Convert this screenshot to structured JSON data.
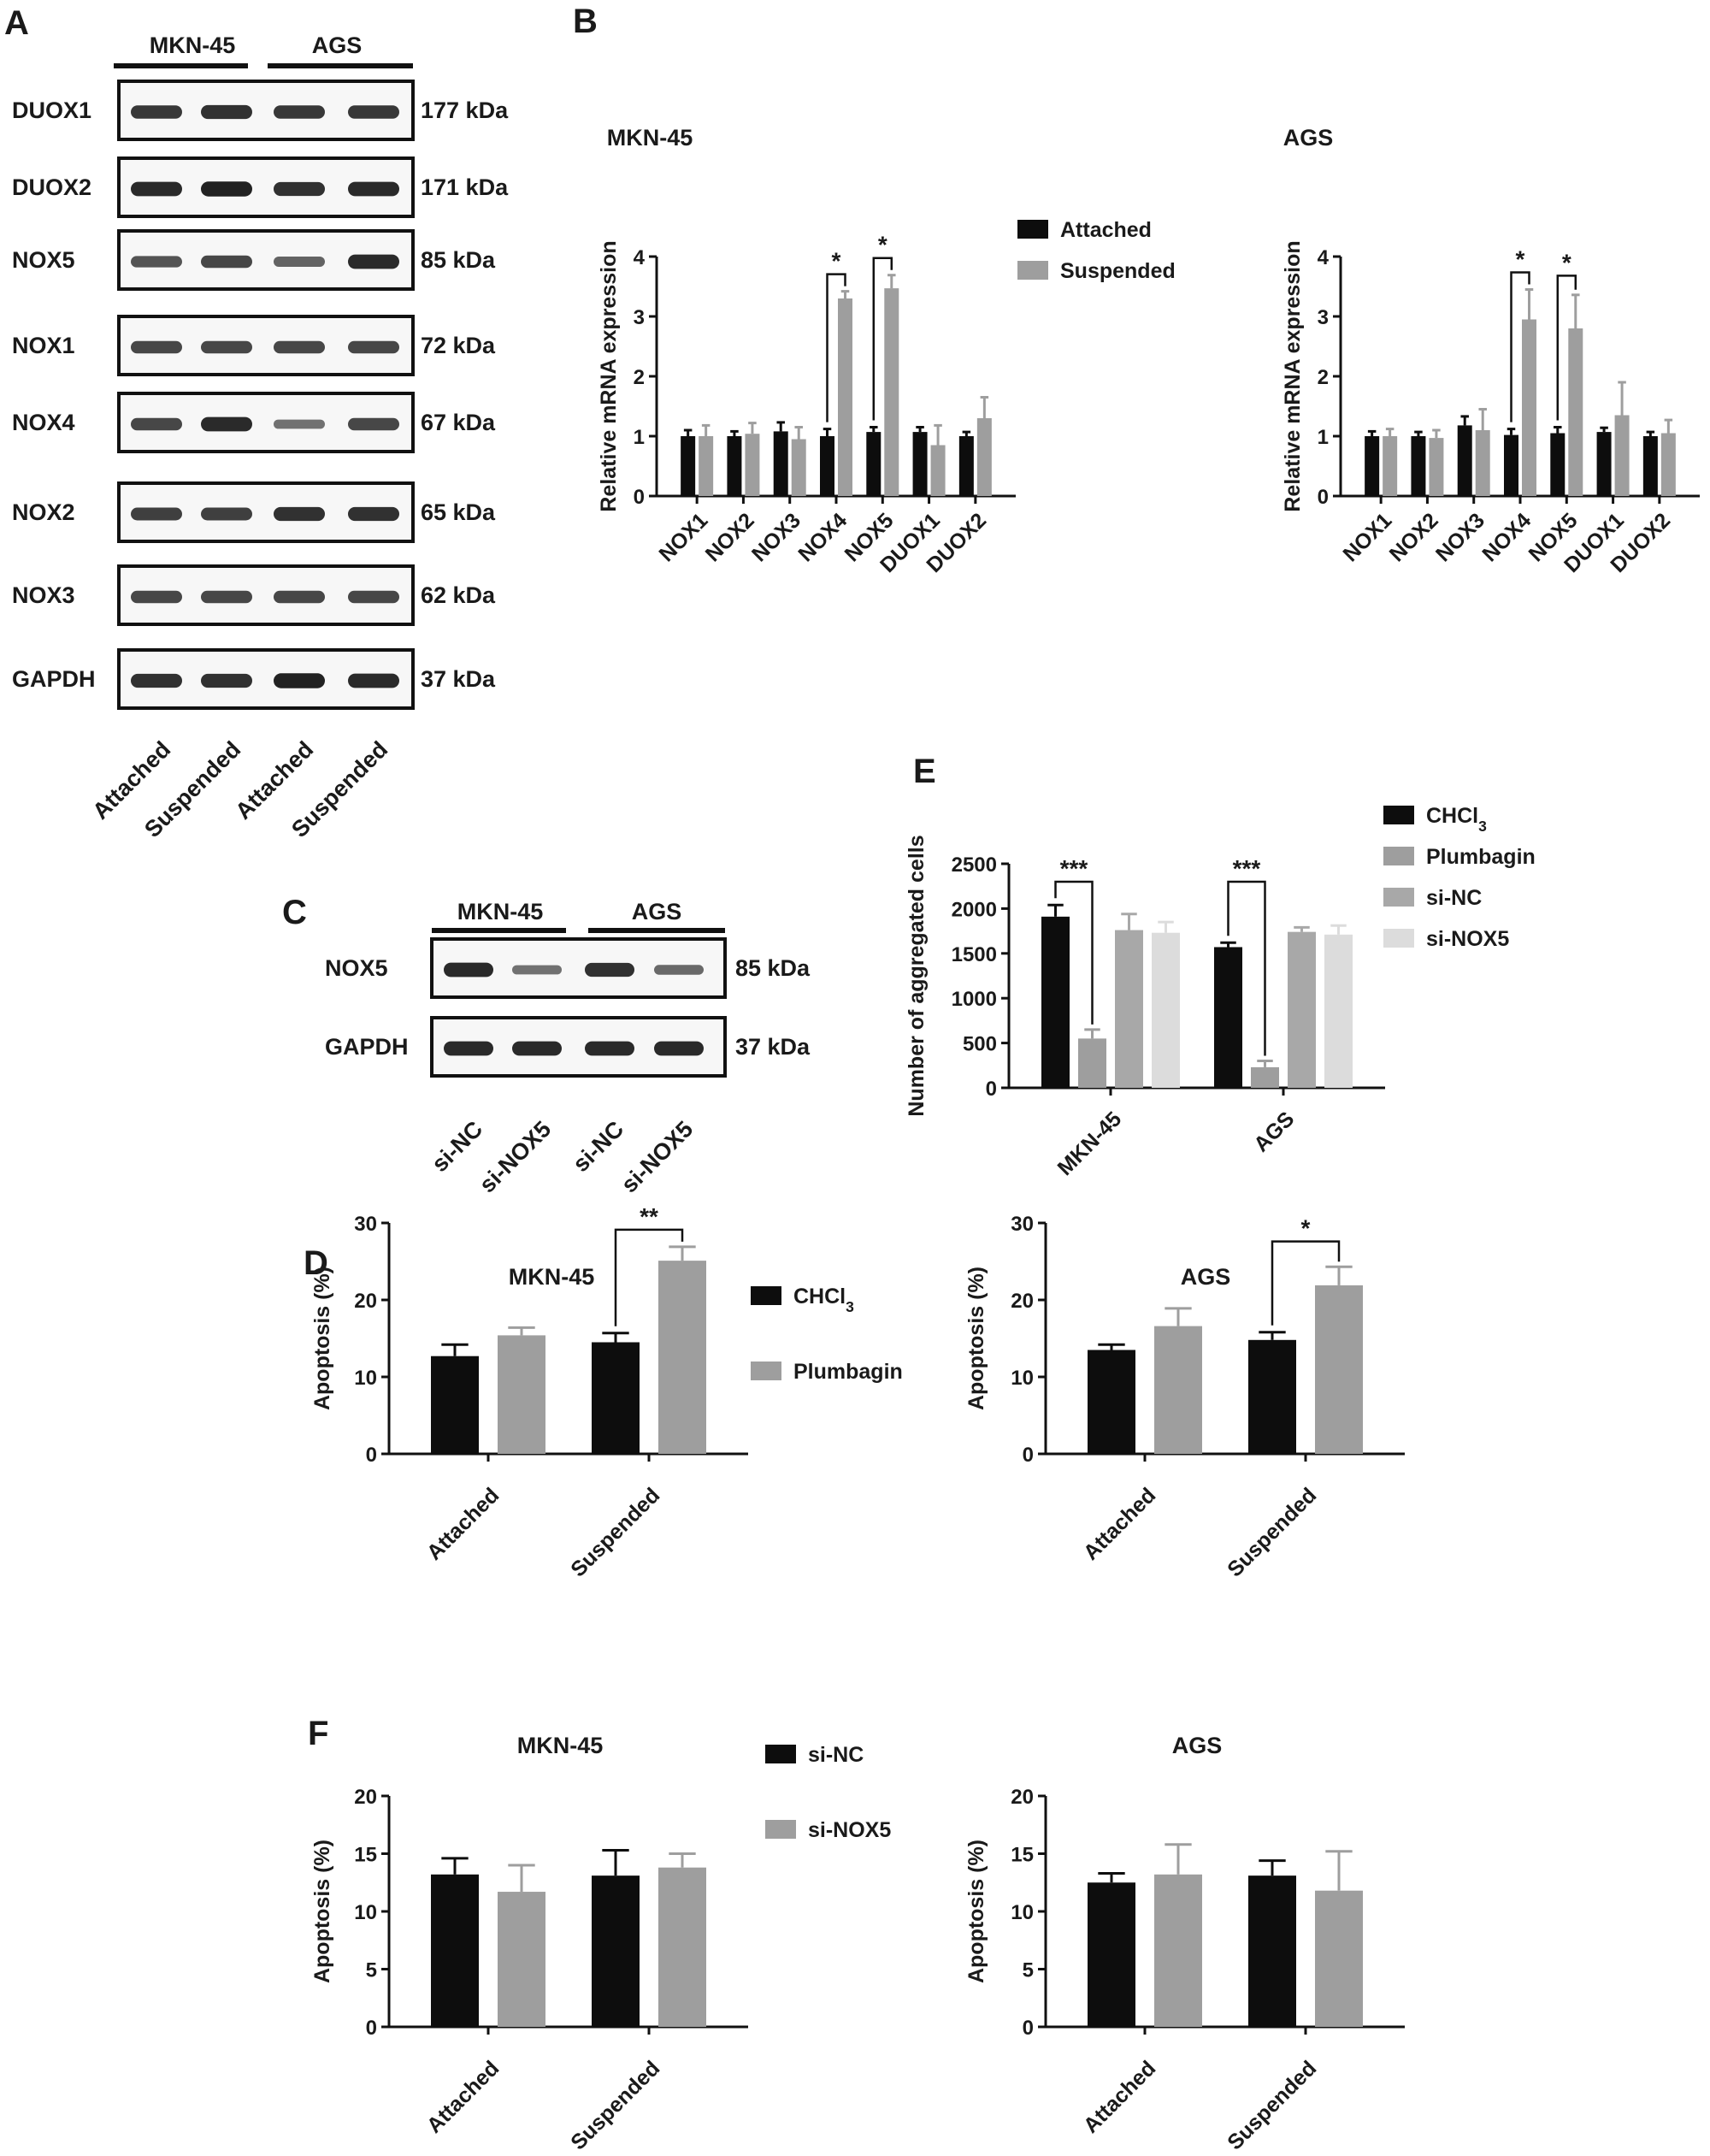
{
  "panel_labels": {
    "A": "A",
    "B": "B",
    "C": "C",
    "D": "D",
    "E": "E",
    "F": "F"
  },
  "western_A": {
    "groups": [
      "MKN-45",
      "AGS"
    ],
    "rows": [
      {
        "protein": "DUOX1",
        "kda": "177 kDa",
        "intensity": [
          0.8,
          0.85,
          0.8,
          0.8
        ]
      },
      {
        "protein": "DUOX2",
        "kda": "171 kDa",
        "intensity": [
          0.9,
          0.95,
          0.85,
          0.9
        ]
      },
      {
        "protein": "NOX5",
        "kda": "85 kDa",
        "intensity": [
          0.6,
          0.7,
          0.5,
          0.9
        ]
      },
      {
        "protein": "NOX1",
        "kda": "72 kDa",
        "intensity": [
          0.7,
          0.7,
          0.7,
          0.7
        ]
      },
      {
        "protein": "NOX4",
        "kda": "67 kDa",
        "intensity": [
          0.7,
          0.9,
          0.4,
          0.7
        ]
      },
      {
        "protein": "NOX2",
        "kda": "65 kDa",
        "intensity": [
          0.75,
          0.75,
          0.85,
          0.85
        ]
      },
      {
        "protein": "NOX3",
        "kda": "62 kDa",
        "intensity": [
          0.7,
          0.7,
          0.7,
          0.7
        ]
      },
      {
        "protein": "GAPDH",
        "kda": "37 kDa",
        "intensity": [
          0.85,
          0.85,
          0.95,
          0.9
        ]
      }
    ],
    "lanes": [
      "Attached",
      "Suspended",
      "Attached",
      "Suspended"
    ]
  },
  "western_C": {
    "groups": [
      "MKN-45",
      "AGS"
    ],
    "rows": [
      {
        "protein": "NOX5",
        "kda": "85 kDa",
        "intensity": [
          0.9,
          0.4,
          0.85,
          0.45
        ]
      },
      {
        "protein": "GAPDH",
        "kda": "37 kDa",
        "intensity": [
          0.9,
          0.9,
          0.9,
          0.9
        ]
      }
    ],
    "lanes": [
      "si-NC",
      "si-NOX5",
      "si-NC",
      "si-NOX5"
    ]
  },
  "chart_data": [
    {
      "id": "B1",
      "panel": "B",
      "type": "bar",
      "title": "MKN-45",
      "xlabel": "",
      "ylabel": "Relative mRNA expression",
      "ylim": [
        0,
        4
      ],
      "yticks": [
        0,
        1,
        2,
        3,
        4
      ],
      "categories": [
        "NOX1",
        "NOX2",
        "NOX3",
        "NOX4",
        "NOX5",
        "DUOX1",
        "DUOX2"
      ],
      "series": [
        {
          "name": "Attached",
          "color": "#0d0d0d",
          "values": [
            1.0,
            1.0,
            1.08,
            1.0,
            1.07,
            1.07,
            1.0
          ],
          "errors": [
            0.1,
            0.08,
            0.15,
            0.12,
            0.08,
            0.08,
            0.07
          ]
        },
        {
          "name": "Suspended",
          "color": "#9e9e9e",
          "values": [
            1.0,
            1.04,
            0.95,
            3.3,
            3.47,
            0.85,
            1.3
          ],
          "errors": [
            0.18,
            0.18,
            0.2,
            0.12,
            0.22,
            0.33,
            0.35
          ]
        }
      ],
      "significance": [
        {
          "category": "NOX4",
          "label": "*"
        },
        {
          "category": "NOX5",
          "label": "*"
        }
      ],
      "legend": "right"
    },
    {
      "id": "B2",
      "panel": "B",
      "type": "bar",
      "title": "AGS",
      "xlabel": "",
      "ylabel": "Relative mRNA expression",
      "ylim": [
        0,
        4
      ],
      "yticks": [
        0,
        1,
        2,
        3,
        4
      ],
      "categories": [
        "NOX1",
        "NOX2",
        "NOX3",
        "NOX4",
        "NOX5",
        "DUOX1",
        "DUOX2"
      ],
      "series": [
        {
          "name": "Attached",
          "color": "#0d0d0d",
          "values": [
            1.0,
            1.0,
            1.18,
            1.02,
            1.05,
            1.07,
            1.0
          ],
          "errors": [
            0.08,
            0.07,
            0.15,
            0.1,
            0.1,
            0.07,
            0.07
          ]
        },
        {
          "name": "Suspended",
          "color": "#9e9e9e",
          "values": [
            1.0,
            0.97,
            1.1,
            2.95,
            2.8,
            1.35,
            1.05
          ],
          "errors": [
            0.12,
            0.13,
            0.35,
            0.5,
            0.56,
            0.55,
            0.22
          ]
        }
      ],
      "significance": [
        {
          "category": "NOX4",
          "label": "*"
        },
        {
          "category": "NOX5",
          "label": "*"
        }
      ]
    },
    {
      "id": "E",
      "panel": "E",
      "type": "bar",
      "title": "",
      "xlabel": "",
      "ylabel": "Number of aggregated cells",
      "ylim": [
        0,
        2500
      ],
      "yticks": [
        0,
        500,
        1000,
        1500,
        2000,
        2500
      ],
      "categories": [
        "MKN-45",
        "AGS"
      ],
      "series": [
        {
          "name": "CHCl3",
          "color": "#0d0d0d",
          "values": [
            1910,
            1570
          ],
          "errors": [
            130,
            50
          ]
        },
        {
          "name": "Plumbagin",
          "color": "#9e9e9e",
          "values": [
            550,
            230
          ],
          "errors": [
            100,
            70
          ]
        },
        {
          "name": "si-NC",
          "color": "#a8a8a8",
          "values": [
            1760,
            1740
          ],
          "errors": [
            180,
            50
          ]
        },
        {
          "name": "si-NOX5",
          "color": "#dcdcdc",
          "values": [
            1730,
            1710
          ],
          "errors": [
            120,
            100
          ]
        }
      ],
      "significance": [
        {
          "category": "MKN-45",
          "label": "***"
        },
        {
          "category": "AGS",
          "label": "***"
        }
      ],
      "legend": "right"
    },
    {
      "id": "D1",
      "panel": "D",
      "type": "bar",
      "title": "MKN-45",
      "xlabel": "",
      "ylabel": "Apoptosis (%)",
      "ylim": [
        0,
        30
      ],
      "yticks": [
        0,
        10,
        20,
        30
      ],
      "categories": [
        "Attached",
        "Suspended"
      ],
      "series": [
        {
          "name": "CHCl3",
          "color": "#0d0d0d",
          "values": [
            12.7,
            14.5
          ],
          "errors": [
            1.5,
            1.2
          ]
        },
        {
          "name": "Plumbagin",
          "color": "#9e9e9e",
          "values": [
            15.4,
            25.1
          ],
          "errors": [
            1.0,
            1.8
          ]
        }
      ],
      "significance": [
        {
          "category": "Suspended",
          "label": "**"
        }
      ],
      "legend": "right"
    },
    {
      "id": "D2",
      "panel": "D",
      "type": "bar",
      "title": "AGS",
      "xlabel": "",
      "ylabel": "Apoptosis (%)",
      "ylim": [
        0,
        30
      ],
      "yticks": [
        0,
        10,
        20,
        30
      ],
      "categories": [
        "Attached",
        "Suspended"
      ],
      "series": [
        {
          "name": "CHCl3",
          "color": "#0d0d0d",
          "values": [
            13.5,
            14.8
          ],
          "errors": [
            0.7,
            1.0
          ]
        },
        {
          "name": "Plumbagin",
          "color": "#9e9e9e",
          "values": [
            16.6,
            21.9
          ],
          "errors": [
            2.3,
            2.4
          ]
        }
      ],
      "significance": [
        {
          "category": "Suspended",
          "label": "*"
        }
      ]
    },
    {
      "id": "F1",
      "panel": "F",
      "type": "bar",
      "title": "MKN-45",
      "xlabel": "",
      "ylabel": "Apoptosis (%)",
      "ylim": [
        0,
        20
      ],
      "yticks": [
        0,
        5,
        10,
        15,
        20
      ],
      "categories": [
        "Attached",
        "Suspended"
      ],
      "series": [
        {
          "name": "si-NC",
          "color": "#0d0d0d",
          "values": [
            13.2,
            13.1
          ],
          "errors": [
            1.4,
            2.2
          ]
        },
        {
          "name": "si-NOX5",
          "color": "#9e9e9e",
          "values": [
            11.7,
            13.8
          ],
          "errors": [
            2.3,
            1.2
          ]
        }
      ],
      "legend": "right"
    },
    {
      "id": "F2",
      "panel": "F",
      "type": "bar",
      "title": "AGS",
      "xlabel": "",
      "ylabel": "Apoptosis (%)",
      "ylim": [
        0,
        20
      ],
      "yticks": [
        0,
        5,
        10,
        15,
        20
      ],
      "categories": [
        "Attached",
        "Suspended"
      ],
      "series": [
        {
          "name": "si-NC",
          "color": "#0d0d0d",
          "values": [
            12.5,
            13.1
          ],
          "errors": [
            0.8,
            1.3
          ]
        },
        {
          "name": "si-NOX5",
          "color": "#9e9e9e",
          "values": [
            13.2,
            11.8
          ],
          "errors": [
            2.6,
            3.4
          ]
        }
      ]
    }
  ]
}
